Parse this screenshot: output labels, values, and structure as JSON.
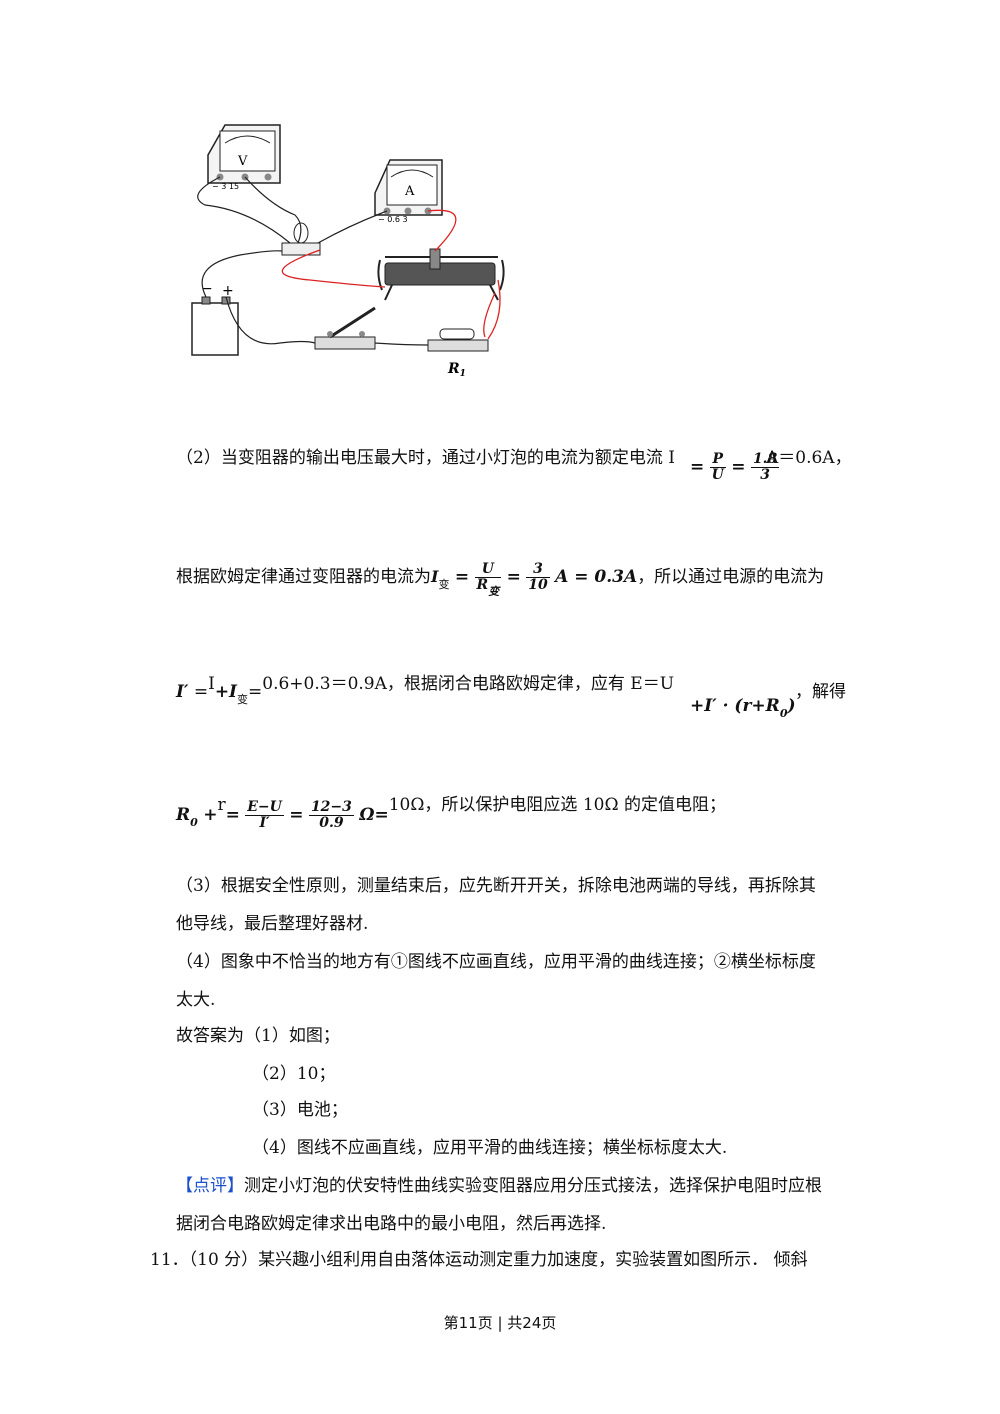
{
  "figure": {
    "voltmeter_letter": "V",
    "voltmeter_terminals": "−  3  15",
    "ammeter_letter": "A",
    "ammeter_terminals": "−  0.6  3",
    "battery_minus": "−",
    "battery_plus": "+",
    "resistor_label": "R",
    "resistor_sub": "1"
  },
  "solution": {
    "p2": {
      "text_a": "（2）当变阻器的输出电压最大时，通过小灯泡的电流为额定电流 I",
      "frac1_num": "P",
      "frac1_den": "U",
      "frac2_num": "1.8",
      "frac2_den": "3",
      "text_b": "A＝0.6A，"
    },
    "p2b": {
      "text_a": "根据欧姆定律通过变阻器的电流为",
      "I_sub": "变",
      "frac1_num": "U",
      "frac1_den": "R",
      "frac1_den_sub": "变",
      "frac2_num": "3",
      "frac2_den": "10",
      "result": "A = 0.3A",
      "text_b": "，所以通过电源的电流为"
    },
    "p2c": {
      "i_prime": "I′",
      "eq_I": "I",
      "i_sub": "变",
      "calc": "0.6+0.3＝0.9A，根据闭合电路欧姆定律，应有 E＝U",
      "tail_math": "+I′ · (r+R",
      "tail_sub": "0",
      "tail_close": ")",
      "tail_text": "，解得"
    },
    "p2d": {
      "r0": "R",
      "r0_sub": "0",
      "r": "r",
      "frac1_num": "E−U",
      "frac1_den": "I′",
      "frac2_num": "12−3",
      "frac2_den": "0.9",
      "omega": "Ω",
      "text": "10Ω，所以保护电阻应选 10Ω 的定值电阻；"
    },
    "p3_line1": "（3）根据安全性原则，测量结束后，应先断开开关，拆除电池两端的导线，再拆除其",
    "p3_line2": "他导线，最后整理好器材.",
    "p4_line1": "（4）图象中不恰当的地方有①图线不应画直线，应用平滑的曲线连接；②横坐标标度",
    "p4_line2": "太大.",
    "answer_intro": "故答案为（1）如图；",
    "answer_2": "（2）10；",
    "answer_3": "（3）电池；",
    "answer_4": "（4）图线不应画直线，应用平滑的曲线连接；横坐标标度太大.",
    "comment_tag": "【点评】",
    "comment_line1": "测定小灯泡的伏安特性曲线实验变阻器应用分压式接法，选择保护电阻时应根",
    "comment_line2": "据闭合电路欧姆定律求出电路中的最小电阻，然后再选择.",
    "q11": "11．（10 分）某兴趣小组利用自由落体运动测定重力加速度，实验装置如图所示．  倾斜"
  },
  "footer": {
    "page": "第11页 | 共24页"
  }
}
